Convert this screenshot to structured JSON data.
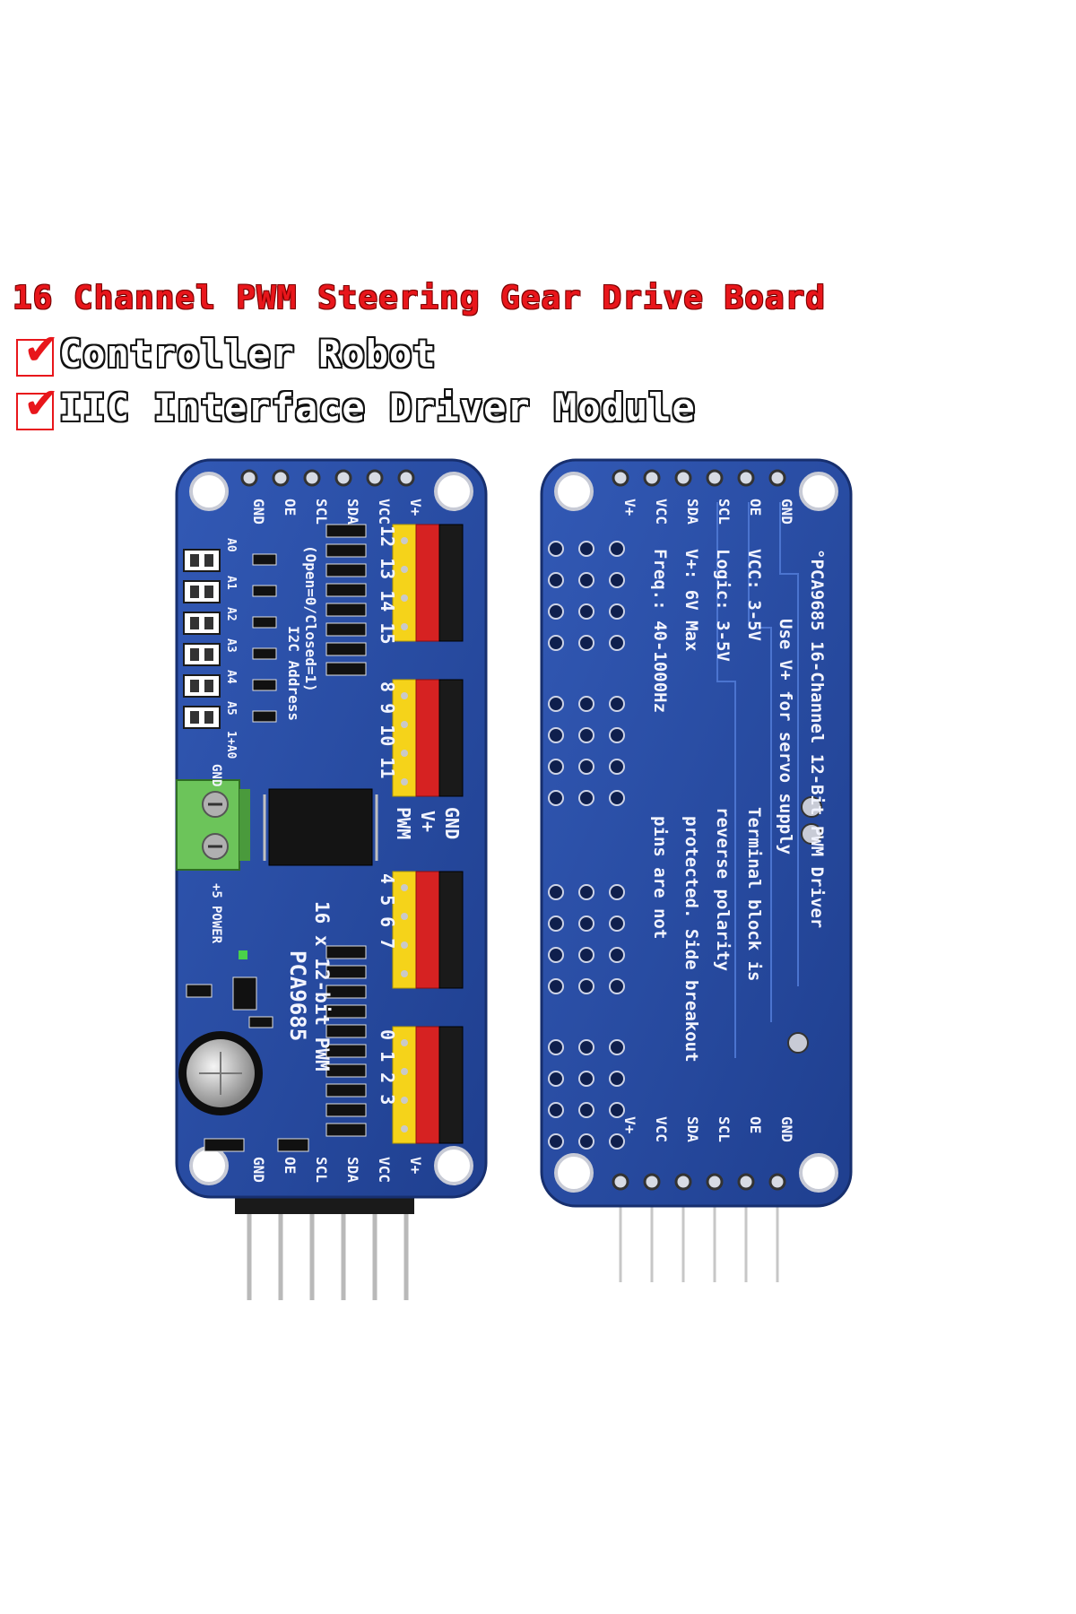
{
  "headline": "16 Channel PWM Steering Gear Drive Board",
  "features": [
    "Controller Robot",
    "IIC Interface Driver Module"
  ],
  "accent_color": "#e8161b",
  "board_color": "#2a4fa8",
  "front_board": {
    "top_pins": [
      "GND",
      "OE",
      "SCL",
      "SDA",
      "VCC",
      "V+"
    ],
    "bottom_pins": [
      "GND",
      "OE",
      "SCL",
      "SDA",
      "VCC",
      "V+"
    ],
    "address_labels": [
      "A0",
      "A1",
      "A2",
      "A3",
      "A4",
      "A5",
      "1+A0"
    ],
    "address_caption": "I2C Address",
    "address_note": "(Open=0/Closed=1)",
    "channel_groups": [
      "12 13 14 15",
      "8 9 10 11",
      "4 5 6 7",
      "0 1 2 3"
    ],
    "header_labels": [
      "PWM",
      "V+",
      "GND"
    ],
    "chip_text": "PCA9685",
    "chip_caption": "16 x 12-bit PWM",
    "power_label": "POWER",
    "terminal_labels": [
      "GND",
      "+5"
    ]
  },
  "back_board": {
    "top_pins": [
      "V+",
      "VCC",
      "SDA",
      "SCL",
      "OE",
      "GND"
    ],
    "bottom_pins": [
      "V+",
      "VCC",
      "SDA",
      "SCL",
      "OE",
      "GND"
    ],
    "title": "°PCA9685 16-Channel 12-Bit PWM Driver",
    "lines": [
      "Use V+ for servo supply",
      "Terminal block is",
      "reverse polarity",
      "protected. Side breakout",
      "pins are not"
    ],
    "specs": [
      "VCC: 3-5V",
      "Logic: 3-5V",
      "V+: 6V Max",
      "Freq.: 40-1000Hz"
    ]
  }
}
